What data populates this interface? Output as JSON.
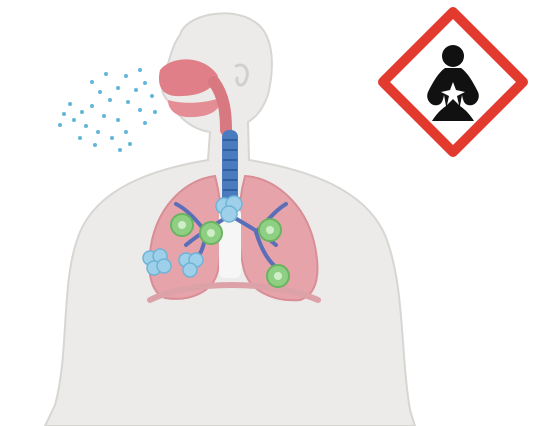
{
  "illustration": {
    "subject": "respiratory-system",
    "elements": [
      "inhaled-particles",
      "nasal-cavity",
      "trachea",
      "lungs",
      "bronchi",
      "alveolar-clusters",
      "infected-cells"
    ]
  },
  "hazard_pictogram": {
    "icon": "health-hazard-icon",
    "border_color": "#e23a2e",
    "symbol_color": "#111111"
  },
  "colors": {
    "body": "#ecebe9",
    "body_outline": "#d8d6d3",
    "lungs": "#e7a3aa",
    "airway": "#4a7bbf",
    "particles": "#63b7d8",
    "nasal": "#e07f87",
    "cells_green": "#8fcf83"
  }
}
